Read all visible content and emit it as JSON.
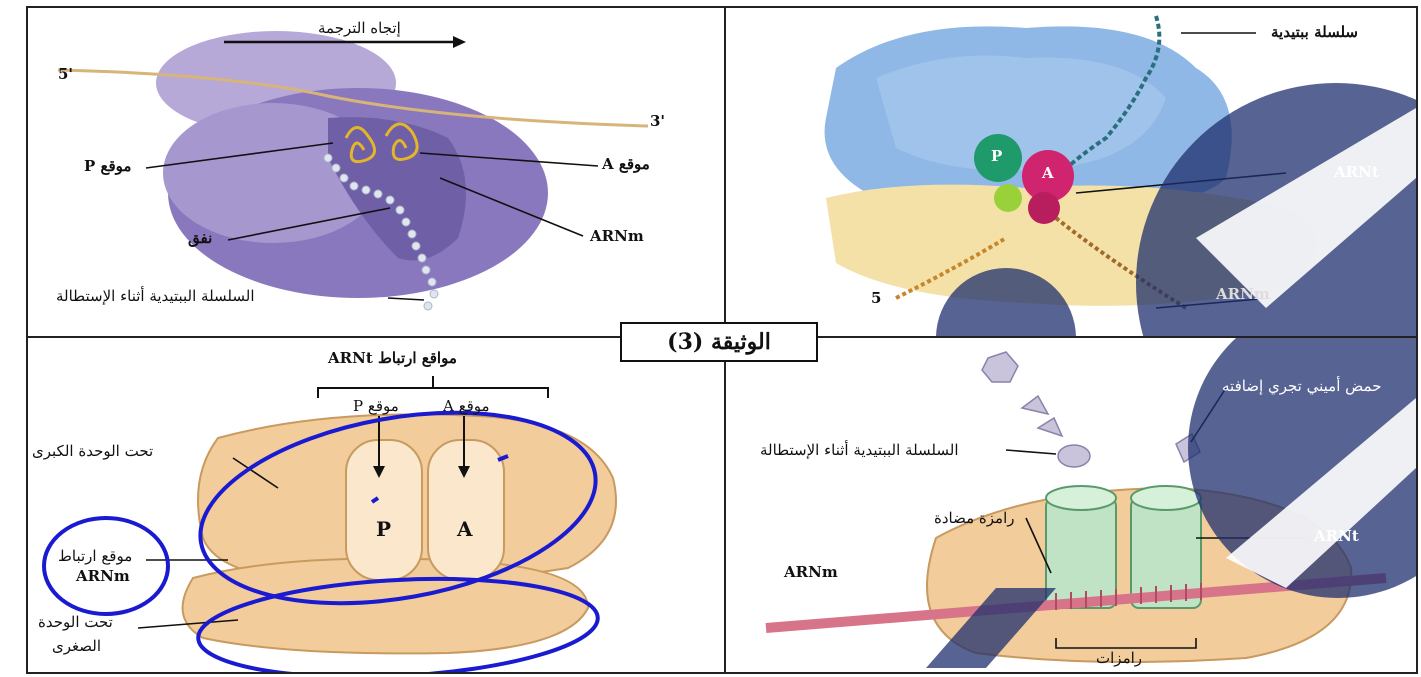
{
  "document": {
    "title": "الوثيقة (3)"
  },
  "panel_top_left": {
    "direction_label": "إتجاه الترجمة",
    "end_5": "5'",
    "end_3": "3'",
    "site_p": "موقع P",
    "site_a": "موقع A",
    "tunnel": "نفق",
    "arnm": "ARNm",
    "chain_label": "السلسلة الببتيدية أثناء الإستطالة"
  },
  "panel_top_right": {
    "peptide_chain": "سلسلة ببتيدية",
    "arnt": "ARNt",
    "arnm": "ARNm",
    "site_p": "P",
    "site_a": "A",
    "end_5": "5"
  },
  "panel_bottom_left": {
    "binding_sites": "مواقع ارتباط ARNt",
    "site_p": "موقع P",
    "site_a": "موقع A",
    "large_subunit": "تحت الوحدة الكبرى",
    "arnm_binding_line1": "موقع ارتباط",
    "arnm_binding_line2": "ARNm",
    "small_subunit_line1": "تحت الوحدة",
    "small_subunit_line2": "الصغرى",
    "letter_p": "P",
    "letter_a": "A"
  },
  "panel_bottom_right": {
    "amino_acid": "حمض أميني تجري إضافته",
    "chain_label": "السلسلة الببتيدية أثناء الإستطالة",
    "anticodon": "رامزة مضادة",
    "arnt": "ARNt",
    "arnm": "ARNm",
    "codons": "رامزات"
  },
  "colors": {
    "ribosome_purple": "#9d8fc4",
    "ribosome_tan": "#f2cc9a",
    "large_subunit_blue": "#8fb8e6",
    "small_subunit_cream": "#f3e1a7",
    "trna_green": "#bfe3c4",
    "annotation_blue": "#1a1ad0",
    "watermark_navy": "#1f2f6e"
  }
}
